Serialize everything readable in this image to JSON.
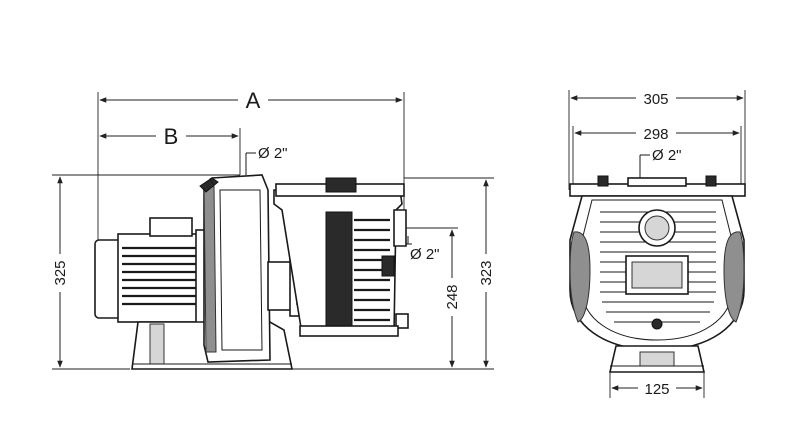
{
  "side_view": {
    "dim_a_label": "A",
    "dim_b_label": "B",
    "outlet_diameter_label": "Ø 2\"",
    "inlet_diameter_label": "Ø 2\"",
    "height_overall_label": "325",
    "inlet_height_label": "248",
    "height_pump_label": "323"
  },
  "front_view": {
    "overall_width_label": "305",
    "flange_width_label": "298",
    "outlet_diameter_label": "Ø 2\"",
    "base_width_label": "125"
  }
}
